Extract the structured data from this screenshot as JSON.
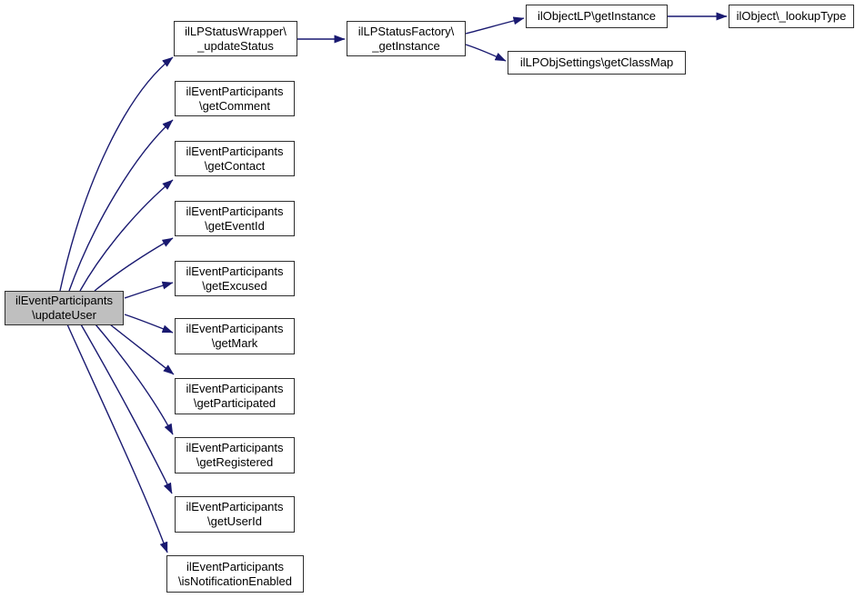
{
  "diagram": {
    "type": "call-graph",
    "colors": {
      "background": "#ffffff",
      "edge": "#191970",
      "node_border": "#2e2e2e",
      "node_fill": "#ffffff",
      "highlight_fill": "#bfbfbf"
    },
    "nodes": [
      {
        "id": "updateUser",
        "label": "ilEventParticipants\\updateUser",
        "line1": "ilEventParticipants",
        "line2": "\\updateUser",
        "highlighted": true
      },
      {
        "id": "updateStatus",
        "label": "ilLPStatusWrapper\\_updateStatus",
        "line1": "ilLPStatusWrapper\\",
        "line2": "_updateStatus",
        "highlighted": false
      },
      {
        "id": "getComment",
        "label": "ilEventParticipants\\getComment",
        "line1": "ilEventParticipants",
        "line2": "\\getComment",
        "highlighted": false
      },
      {
        "id": "getContact",
        "label": "ilEventParticipants\\getContact",
        "line1": "ilEventParticipants",
        "line2": "\\getContact",
        "highlighted": false
      },
      {
        "id": "getEventId",
        "label": "ilEventParticipants\\getEventId",
        "line1": "ilEventParticipants",
        "line2": "\\getEventId",
        "highlighted": false
      },
      {
        "id": "getExcused",
        "label": "ilEventParticipants\\getExcused",
        "line1": "ilEventParticipants",
        "line2": "\\getExcused",
        "highlighted": false
      },
      {
        "id": "getMark",
        "label": "ilEventParticipants\\getMark",
        "line1": "ilEventParticipants",
        "line2": "\\getMark",
        "highlighted": false
      },
      {
        "id": "getParticipated",
        "label": "ilEventParticipants\\getParticipated",
        "line1": "ilEventParticipants",
        "line2": "\\getParticipated",
        "highlighted": false
      },
      {
        "id": "getRegistered",
        "label": "ilEventParticipants\\getRegistered",
        "line1": "ilEventParticipants",
        "line2": "\\getRegistered",
        "highlighted": false
      },
      {
        "id": "getUserId",
        "label": "ilEventParticipants\\getUserId",
        "line1": "ilEventParticipants",
        "line2": "\\getUserId",
        "highlighted": false
      },
      {
        "id": "isNotificationEnabled",
        "label": "ilEventParticipants\\isNotificationEnabled",
        "line1": "ilEventParticipants",
        "line2": "\\isNotificationEnabled",
        "highlighted": false
      },
      {
        "id": "factoryGetInstance",
        "label": "ilLPStatusFactory\\_getInstance",
        "line1": "ilLPStatusFactory\\",
        "line2": "_getInstance",
        "highlighted": false
      },
      {
        "id": "objectLPGetInstance",
        "label": "ilObjectLP\\getInstance",
        "line1": "ilObjectLP\\getInstance",
        "line2": "",
        "highlighted": false
      },
      {
        "id": "getClassMap",
        "label": "ilLPObjSettings\\getClassMap",
        "line1": "ilLPObjSettings\\getClassMap",
        "line2": "",
        "highlighted": false
      },
      {
        "id": "lookupType",
        "label": "ilObject\\_lookupType",
        "line1": "ilObject\\_lookupType",
        "line2": "",
        "highlighted": false
      }
    ],
    "edges": [
      {
        "from": "updateUser",
        "to": "updateStatus"
      },
      {
        "from": "updateUser",
        "to": "getComment"
      },
      {
        "from": "updateUser",
        "to": "getContact"
      },
      {
        "from": "updateUser",
        "to": "getEventId"
      },
      {
        "from": "updateUser",
        "to": "getExcused"
      },
      {
        "from": "updateUser",
        "to": "getMark"
      },
      {
        "from": "updateUser",
        "to": "getParticipated"
      },
      {
        "from": "updateUser",
        "to": "getRegistered"
      },
      {
        "from": "updateUser",
        "to": "getUserId"
      },
      {
        "from": "updateUser",
        "to": "isNotificationEnabled"
      },
      {
        "from": "updateStatus",
        "to": "factoryGetInstance"
      },
      {
        "from": "factoryGetInstance",
        "to": "objectLPGetInstance"
      },
      {
        "from": "factoryGetInstance",
        "to": "getClassMap"
      },
      {
        "from": "objectLPGetInstance",
        "to": "lookupType"
      }
    ]
  }
}
